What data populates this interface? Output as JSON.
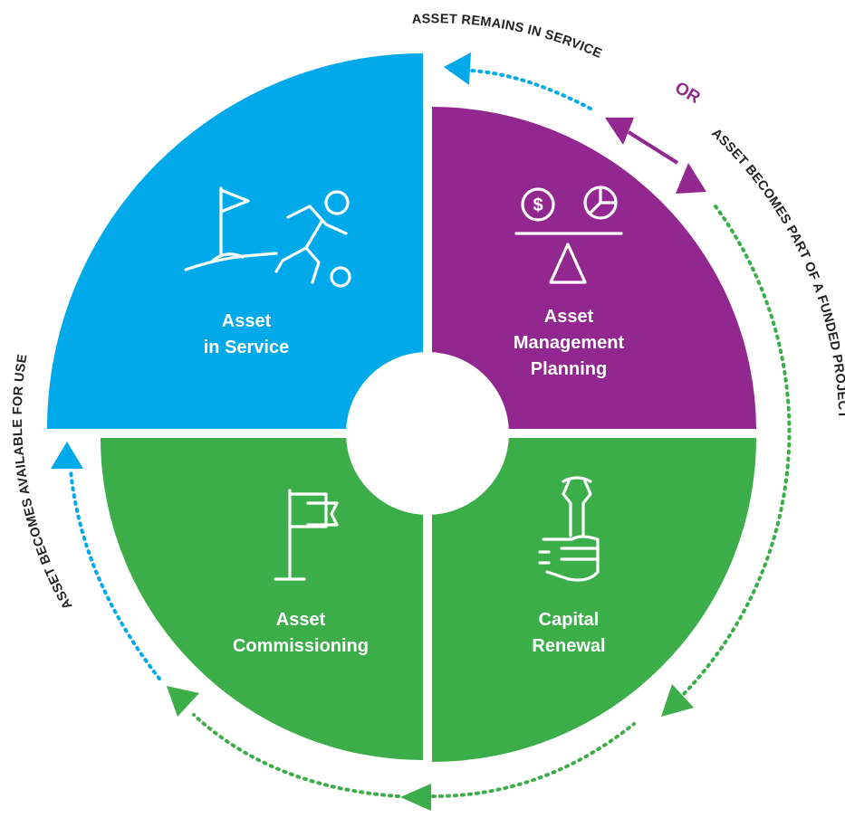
{
  "colors": {
    "blue": "#00a9e9",
    "purple": "#92278f",
    "green": "#3cae49",
    "center": "#ffffff",
    "text_dark": "#222222"
  },
  "quadrants": {
    "in_service": {
      "line1": "Asset",
      "line2": "in Service",
      "icon": "soccer-player-with-flag-icon"
    },
    "management_planning": {
      "line1": "Asset",
      "line2": "Management",
      "line3": "Planning",
      "icon": "balance-scale-money-chart-icon"
    },
    "commissioning": {
      "line1": "Asset",
      "line2": "Commissioning",
      "icon": "flag-icon"
    },
    "capital_renewal": {
      "line1": "Capital",
      "line2": "Renewal",
      "icon": "hand-wrench-icon"
    }
  },
  "outer_labels": {
    "remains_in_service": "ASSET REMAINS IN SERVICE",
    "or": "OR",
    "funded_project": "ASSET BECOMES PART OF A FUNDED PROJECT",
    "available_for_use": "ASSET BECOMES AVAILABLE FOR USE"
  }
}
